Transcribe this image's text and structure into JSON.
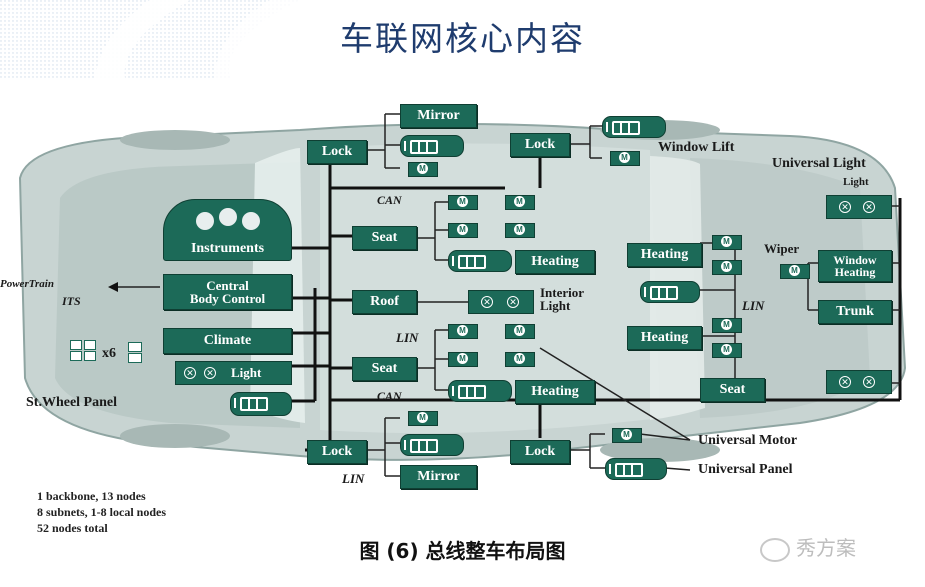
{
  "slide": {
    "title": "车联网核心内容"
  },
  "diagram": {
    "modules": {
      "instruments": "Instruments",
      "central_body_control": "Central\nBody Control",
      "climate": "Climate",
      "light": "Light",
      "roof": "Roof",
      "seat_1": "Seat",
      "seat_2": "Seat",
      "seat_3": "Seat",
      "lock_1": "Lock",
      "lock_2": "Lock",
      "lock_3": "Lock",
      "lock_4": "Lock",
      "mirror_1": "Mirror",
      "mirror_2": "Mirror",
      "heating_1": "Heating",
      "heating_2": "Heating",
      "heating_3": "Heating",
      "heating_4": "Heating",
      "window_heating": "Window\nHeating",
      "trunk": "Trunk"
    },
    "labels": {
      "window_lift": "Window Lift",
      "universal_light": "Universal Light",
      "light_small": "Light",
      "wiper": "Wiper",
      "interior_light": "Interior\nLight",
      "powertrain": "PowerTrain",
      "its": "ITS",
      "x6": "x6",
      "st_wheel_panel": "St.Wheel Panel",
      "universal_motor": "Universal Motor",
      "universal_panel": "Universal Panel",
      "can_1": "CAN",
      "can_2": "CAN",
      "lin_1": "LIN",
      "lin_2": "LIN",
      "lin_3": "LIN"
    },
    "notes": [
      "1 backbone, 13 nodes",
      "8 subnets, 1-8 local nodes",
      "52 nodes total"
    ]
  },
  "caption": "图 (6) 总线整车布局图",
  "watermark": "秀方案",
  "colors": {
    "module_fill": "#1c6a58",
    "title": "#1f3c6e",
    "car_body": "#c6d2d0"
  }
}
